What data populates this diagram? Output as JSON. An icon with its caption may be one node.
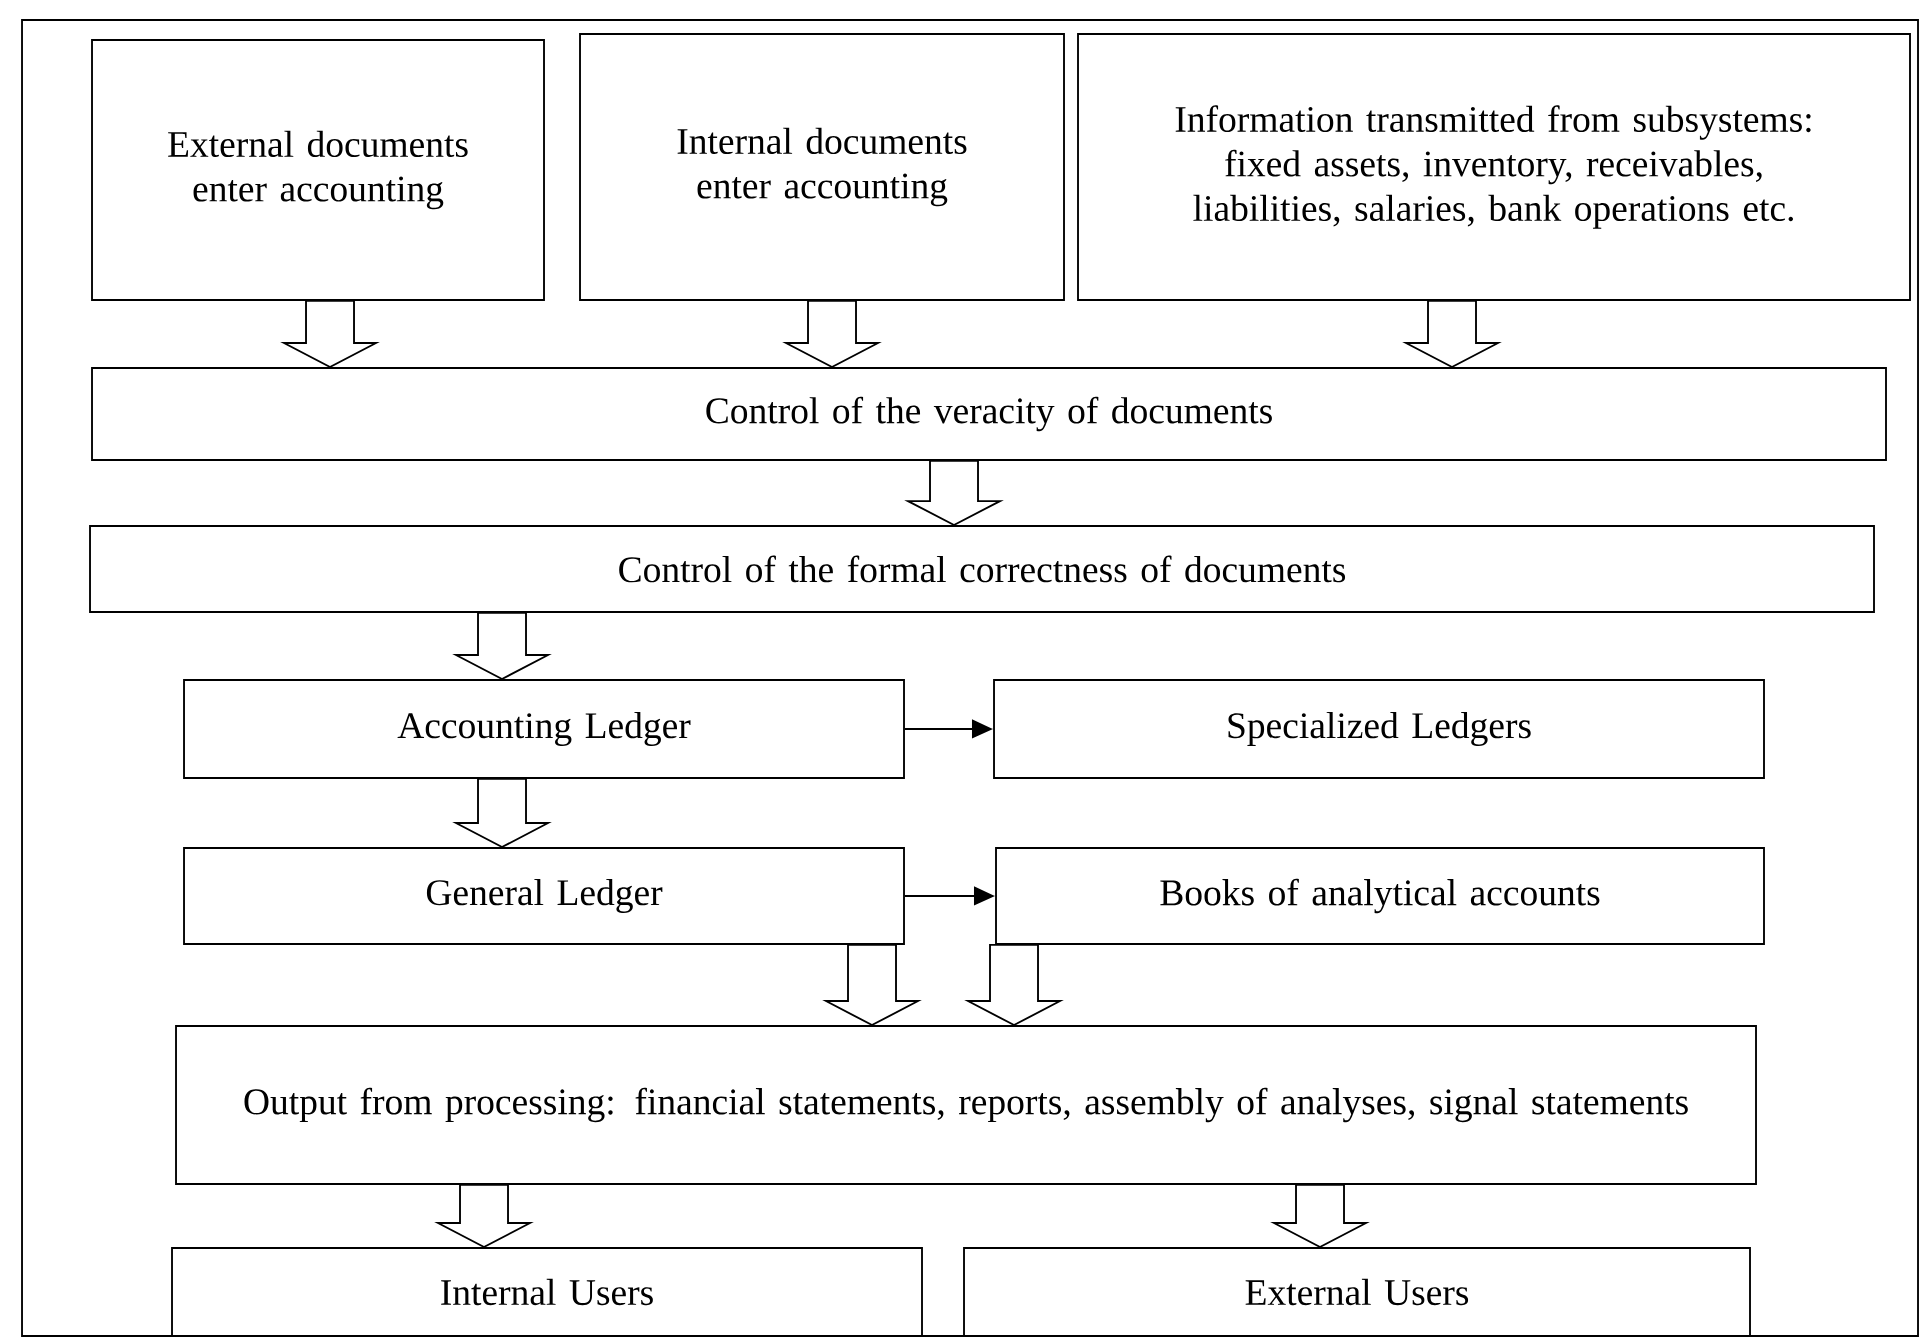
{
  "diagram": {
    "nodes": [
      {
        "text": [
          "External documents enter accounting"
        ]
      },
      {
        "text": [
          "Internal documents enter accounting"
        ]
      },
      {
        "text": [
          "Information transmitted from subsystems: fixed assets, inventory, receivables, liabilities, salaries, bank operations etc."
        ]
      },
      {
        "text": [
          "Control of the veracity of documents"
        ]
      },
      {
        "text": [
          "Control of the formal correctness of documents"
        ]
      },
      {
        "text": [
          "Accounting Ledger"
        ]
      },
      {
        "text": [
          "Specialized Ledgers"
        ]
      },
      {
        "text": [
          "General Ledger"
        ]
      },
      {
        "text": [
          "Books of analytical accounts"
        ]
      },
      {
        "text": [
          "Output from processing: financial statements, reports, assembly of analyses, signal statements"
        ]
      },
      {
        "text": [
          "Internal Users"
        ]
      },
      {
        "text": [
          "External Users"
        ]
      }
    ],
    "edges": [
      {
        "from": 0,
        "to": 3,
        "arrow": "to"
      },
      {
        "from": 1,
        "to": 3,
        "arrow": "to"
      },
      {
        "from": 2,
        "to": 3,
        "arrow": "to"
      },
      {
        "from": 3,
        "to": 4,
        "arrow": "to"
      },
      {
        "from": 4,
        "to": 5,
        "arrow": "to"
      },
      {
        "from": 5,
        "to": 6,
        "arrow": "to"
      },
      {
        "from": 5,
        "to": 7,
        "arrow": "to"
      },
      {
        "from": 7,
        "to": 8,
        "arrow": "to"
      },
      {
        "from": 7,
        "to": 9,
        "arrow": "to"
      },
      {
        "from": 8,
        "to": 9,
        "arrow": "to"
      },
      {
        "from": 9,
        "to": 10,
        "arrow": "to"
      },
      {
        "from": 9,
        "to": 11,
        "arrow": "to"
      }
    ]
  }
}
